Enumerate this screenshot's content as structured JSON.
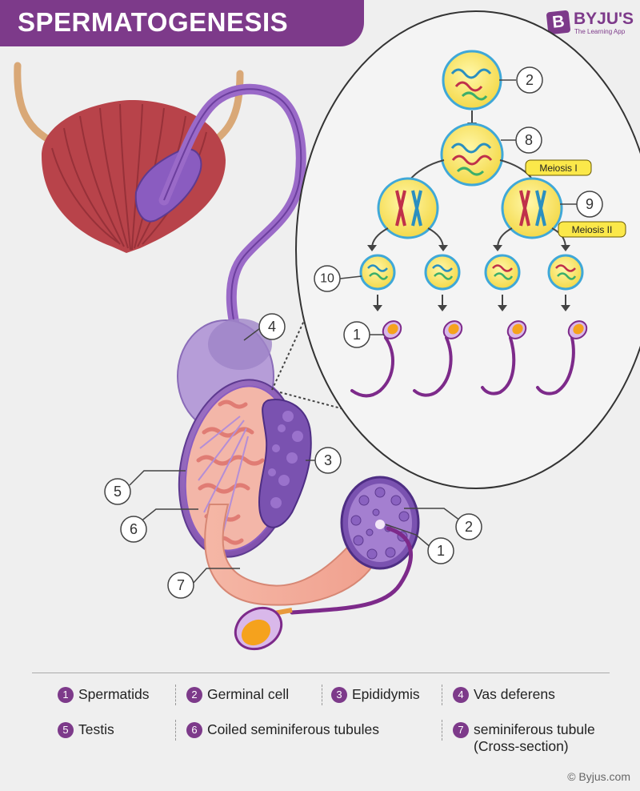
{
  "title": "SPERMATOGENESIS",
  "brand": {
    "letter": "B",
    "name": "BYJU'S",
    "tagline": "The Learning App"
  },
  "colors": {
    "brand_purple": "#7d3a8a",
    "cell_yellow": "#f7e76a",
    "cell_ring": "#3fa8d8",
    "bladder_red": "#b8434a",
    "testis_purple": "#9166b8"
  },
  "callouts": {
    "c1a": "1",
    "c1b": "1",
    "c2a": "2",
    "c2b": "2",
    "c3": "3",
    "c4": "4",
    "c5": "5",
    "c6": "6",
    "c7": "7",
    "c8": "8",
    "c9": "9",
    "c10": "10"
  },
  "tags": {
    "meiosis1": "Meiosis I",
    "meiosis2": "Meiosis II"
  },
  "legend": [
    {
      "num": "1",
      "label": "Spermatids"
    },
    {
      "num": "2",
      "label": "Germinal cell"
    },
    {
      "num": "3",
      "label": "Epididymis"
    },
    {
      "num": "4",
      "label": "Vas deferens"
    },
    {
      "num": "5",
      "label": "Testis"
    },
    {
      "num": "6",
      "label": "Coiled seminiferous tubules"
    },
    {
      "num": "7",
      "label": "seminiferous tubule (Cross-section)"
    }
  ],
  "copyright": "© Byjus.com"
}
